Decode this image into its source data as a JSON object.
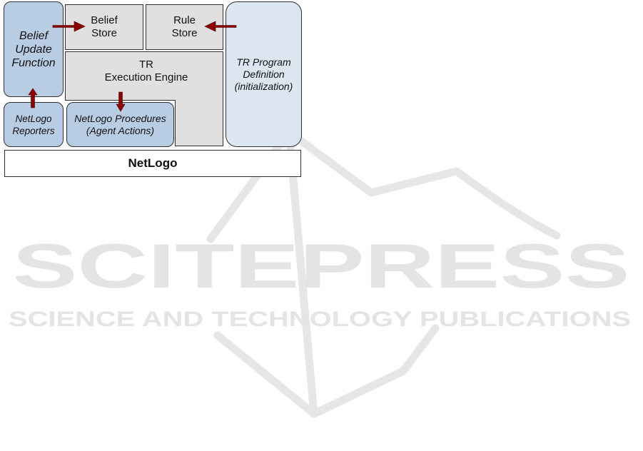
{
  "diagram": {
    "belief_update_function": [
      "Belief",
      "Update",
      "Function"
    ],
    "belief_store": [
      "Belief",
      "Store"
    ],
    "rule_store": [
      "Rule",
      "Store"
    ],
    "tr_execution_engine": [
      "TR",
      "Execution Engine"
    ],
    "tr_program_definition": [
      "TR Program",
      "Definition",
      "(initialization)"
    ],
    "netlogo_reporters": [
      "NetLogo",
      "Reporters"
    ],
    "netlogo_procedures": [
      "NetLogo Procedures",
      "(Agent Actions)"
    ],
    "netlogo": "NetLogo"
  },
  "watermark": {
    "title": "SCITEPRESS",
    "subtitle": "SCIENCE AND TECHNOLOGY PUBLICATIONS"
  },
  "colors": {
    "blue_box": "#b8cce4",
    "light_box": "#dce6f1",
    "grey_box": "#e0e0e0",
    "arrow": "#8b0000",
    "watermark": "#e4e4e4"
  }
}
